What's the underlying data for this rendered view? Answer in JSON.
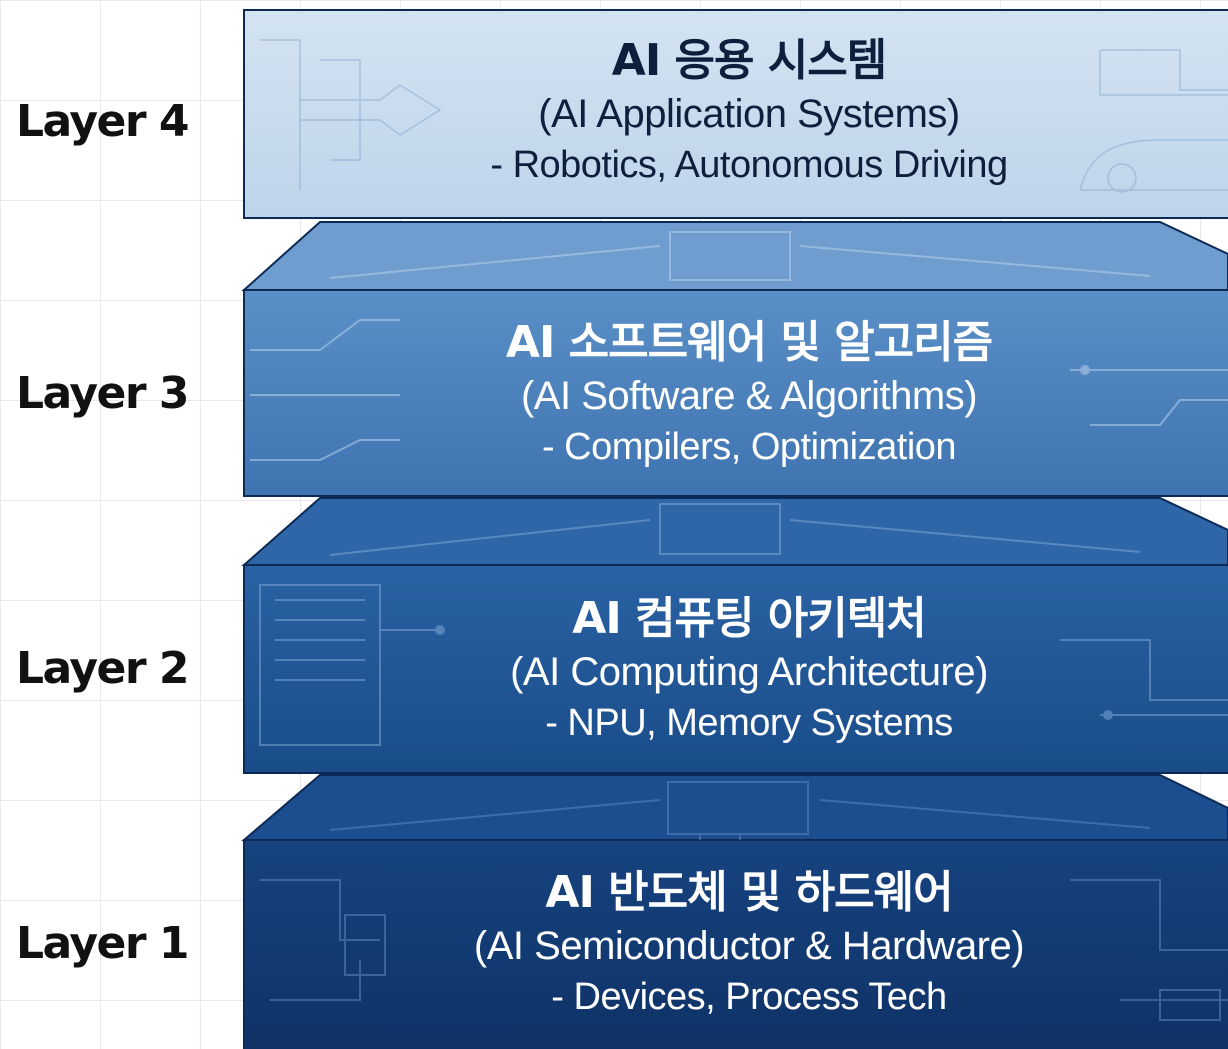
{
  "layers": [
    {
      "label": "Layer 4",
      "title": "AI 응용 시스템",
      "subtitle": "(AI Application Systems)",
      "detail": "- Robotics, Autonomous Driving",
      "color": "#c9dcef"
    },
    {
      "label": "Layer 3",
      "title": "AI 소프트웨어 및 알고리즘",
      "subtitle": "(AI Software & Algorithms)",
      "detail": "- Compilers, Optimization",
      "color": "#4f84bf"
    },
    {
      "label": "Layer 2",
      "title": "AI 컴퓨팅 아키텍처",
      "subtitle": "(AI Computing Architecture)",
      "detail": "- NPU, Memory Systems",
      "color": "#1f5596"
    },
    {
      "label": "Layer 1",
      "title": "AI 반도체 및 하드웨어",
      "subtitle": "(AI Semiconductor & Hardware)",
      "detail": "- Devices, Process Tech",
      "color": "#123a70"
    }
  ]
}
